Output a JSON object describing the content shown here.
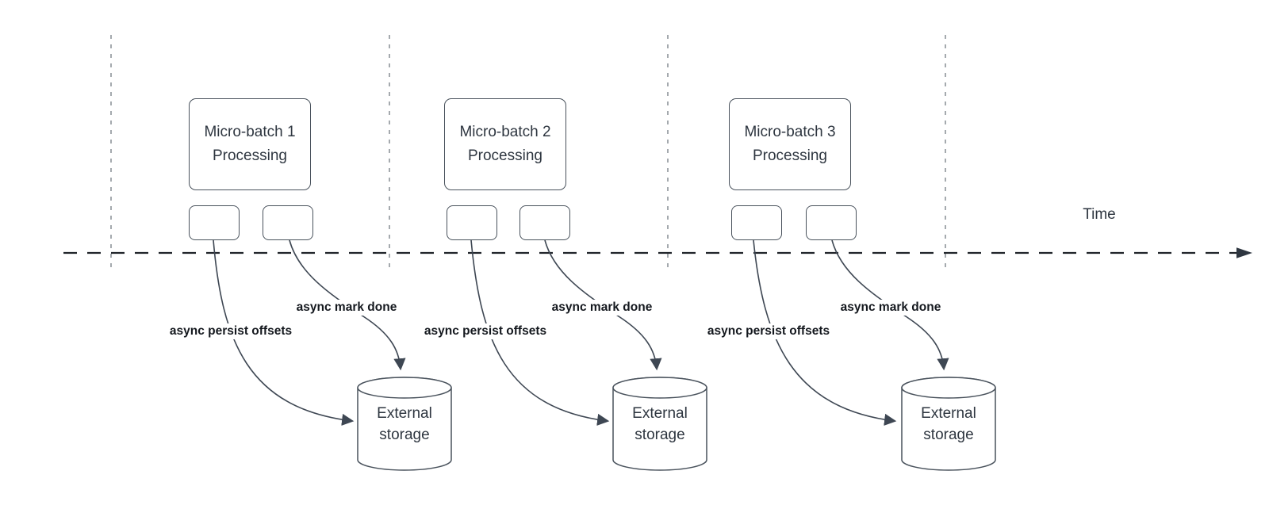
{
  "diagram": {
    "timeline": {
      "label": "Time"
    },
    "batches": [
      {
        "box_label": "Micro-batch 1\nProcessing",
        "persist_label": "async persist offsets",
        "done_label": "async mark done",
        "storage_label": "External\nstorage"
      },
      {
        "box_label": "Micro-batch 2\nProcessing",
        "persist_label": "async persist offsets",
        "done_label": "async mark done",
        "storage_label": "External\nstorage"
      },
      {
        "box_label": "Micro-batch 3\nProcessing",
        "persist_label": "async persist offsets",
        "done_label": "async mark done",
        "storage_label": "External\nstorage"
      }
    ],
    "colors": {
      "background": "#ffffff",
      "shape_stroke": "#49525c",
      "shape_text": "#2e3640",
      "edge_label_text": "#14181e",
      "connector_stroke": "#3e4753",
      "timeline_stroke": "#20242a",
      "guide_stroke": "#9ba0a6"
    }
  }
}
